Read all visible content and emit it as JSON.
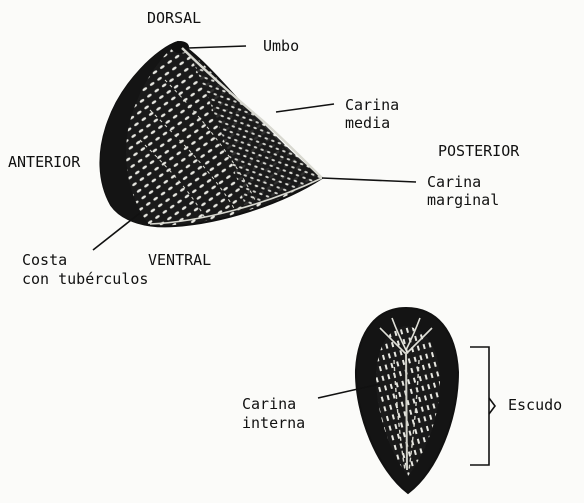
{
  "labels": {
    "dorsal": "DORSAL",
    "umbo": "Umbo",
    "carina_media_1": "Carina",
    "carina_media_2": "media",
    "anterior": "ANTERIOR",
    "posterior": "POSTERIOR",
    "carina_marginal_1": "Carina",
    "carina_marginal_2": "marginal",
    "costa_1": "Costa",
    "costa_2": "con tubérculos",
    "ventral": "VENTRAL",
    "carina_interna_1": "Carina",
    "carina_interna_2": "interna",
    "escudo": "Escudo"
  },
  "colors": {
    "ink": "#111111",
    "shell_dark": "#1a1a1a",
    "shell_light": "#e8e8e2",
    "paper": "#fbfbf9"
  }
}
